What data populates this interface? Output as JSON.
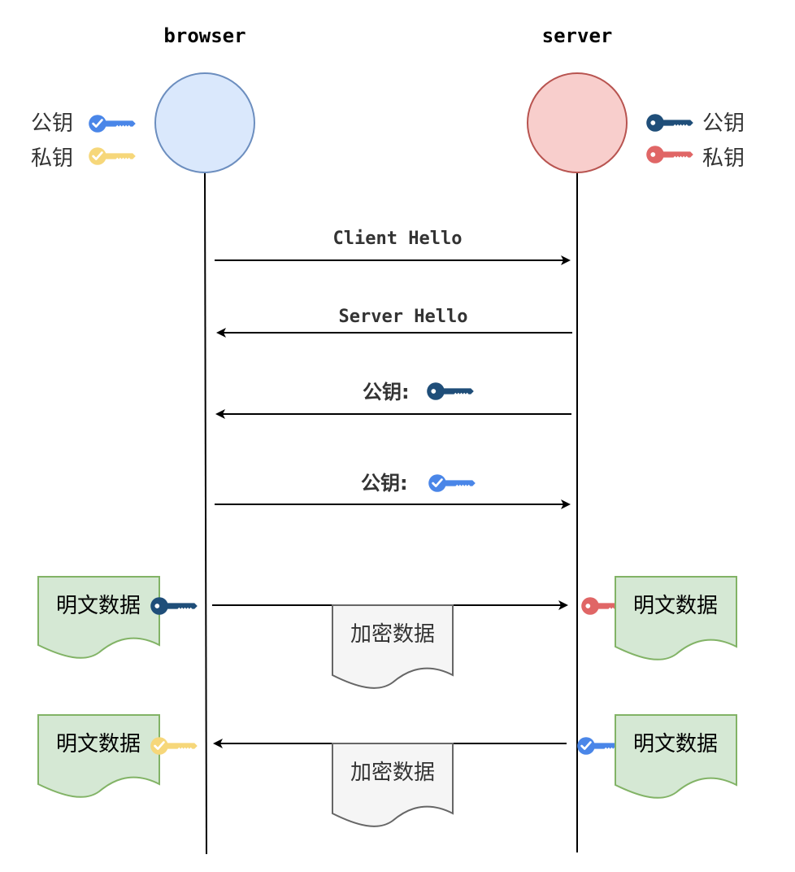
{
  "participants": {
    "browser": {
      "label": "browser"
    },
    "server": {
      "label": "server"
    }
  },
  "legend": {
    "browser": {
      "public_key_label": "公钥",
      "private_key_label": "私钥"
    },
    "server": {
      "public_key_label": "公钥",
      "private_key_label": "私钥"
    }
  },
  "messages": {
    "client_hello": "Client Hello",
    "server_hello": "Server Hello",
    "server_public_key": "公钥:",
    "browser_public_key": "公钥:"
  },
  "data_exchange": {
    "plaintext_label": "明文数据",
    "ciphertext_label": "加密数据"
  },
  "colors": {
    "browser_fill": "#dae8fc",
    "browser_stroke": "#6c8ebf",
    "server_fill": "#f8cecc",
    "server_stroke": "#b85450",
    "doc_fill": "#d5e8d4",
    "doc_stroke": "#82b366",
    "cipher_fill": "#f5f5f5",
    "cipher_stroke": "#666666",
    "browser_public_key": "#4a86e8",
    "browser_private_key": "#f6d77a",
    "server_public_key": "#1f4e79",
    "server_private_key": "#e06666"
  }
}
